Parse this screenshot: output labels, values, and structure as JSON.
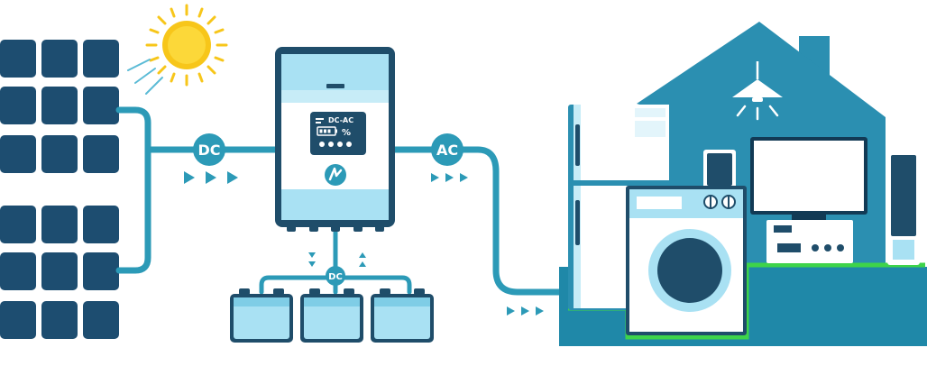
{
  "labels": {
    "dc_main": "DC",
    "ac_main": "AC",
    "dc_battery": "DC",
    "inverter_mode": "DC-AC",
    "inverter_percent": "%"
  },
  "icons": {
    "sun": "sun-icon",
    "inverter_logo": "lightning-bolt-icon",
    "lamp": "ceiling-lamp-icon"
  },
  "colors": {
    "panel": "#1d4d70",
    "cable": "#2c9ab7",
    "house": "#2b8fb1",
    "house_floor": "#1f88a8",
    "light_blue": "#a9e1f3",
    "inverter_frame": "#1f4d6a",
    "sun": "#f7c61a",
    "ground_green": "#3ed44a",
    "dark": "#123a55"
  }
}
